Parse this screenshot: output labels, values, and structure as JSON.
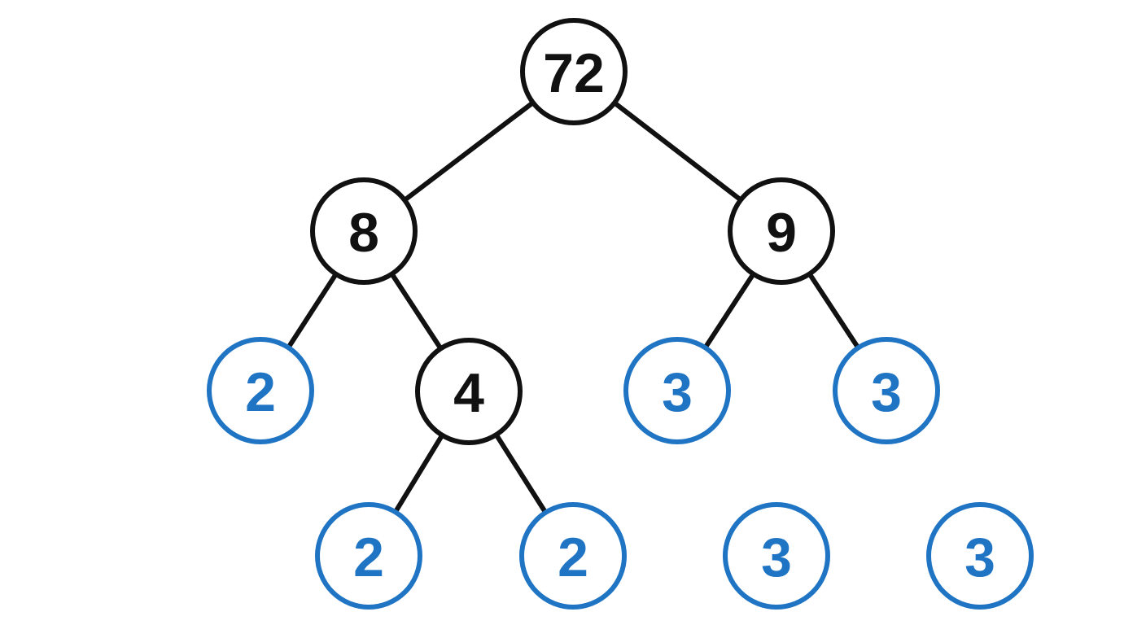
{
  "colors": {
    "internal_stroke": "#111111",
    "internal_text": "#111111",
    "leaf_stroke": "#1f74c4",
    "leaf_text": "#1f74c4",
    "edge": "#111111",
    "fill": "#ffffff"
  },
  "tree": {
    "nodes": [
      {
        "id": "n72",
        "label": "72",
        "kind": "internal"
      },
      {
        "id": "n8",
        "label": "8",
        "kind": "internal"
      },
      {
        "id": "n9",
        "label": "9",
        "kind": "internal"
      },
      {
        "id": "n2a",
        "label": "2",
        "kind": "leaf"
      },
      {
        "id": "n4",
        "label": "4",
        "kind": "internal"
      },
      {
        "id": "n3a",
        "label": "3",
        "kind": "leaf"
      },
      {
        "id": "n3b",
        "label": "3",
        "kind": "leaf"
      },
      {
        "id": "n2b",
        "label": "2",
        "kind": "leaf"
      },
      {
        "id": "n2c",
        "label": "2",
        "kind": "leaf"
      },
      {
        "id": "n3c",
        "label": "3",
        "kind": "leaf"
      },
      {
        "id": "n3d",
        "label": "3",
        "kind": "leaf"
      }
    ],
    "edges": [
      {
        "from": "n72",
        "to": "n8"
      },
      {
        "from": "n72",
        "to": "n9"
      },
      {
        "from": "n8",
        "to": "n2a"
      },
      {
        "from": "n8",
        "to": "n4"
      },
      {
        "from": "n9",
        "to": "n3a"
      },
      {
        "from": "n9",
        "to": "n3b"
      },
      {
        "from": "n4",
        "to": "n2b"
      },
      {
        "from": "n4",
        "to": "n2c"
      }
    ]
  }
}
